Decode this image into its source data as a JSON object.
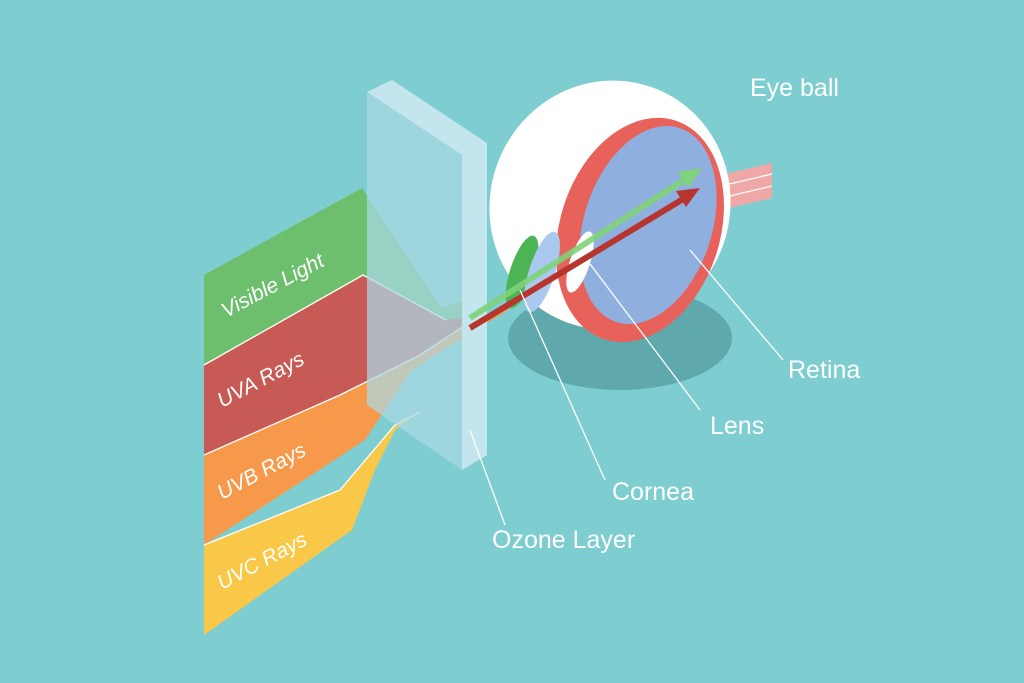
{
  "background_color": "#7ecdd0",
  "bands": [
    {
      "key": "visible",
      "label": "Visible Light",
      "color": "#6dbf6d"
    },
    {
      "key": "uva",
      "label": "UVA Rays",
      "color": "#c85a55"
    },
    {
      "key": "uvb",
      "label": "UVB Rays",
      "color": "#f7994a"
    },
    {
      "key": "uvc",
      "label": "UVC Rays",
      "color": "#f9c848"
    }
  ],
  "callouts": {
    "eyeball": "Eye ball",
    "retina": "Retina",
    "lens": "Lens",
    "cornea": "Cornea",
    "ozone": "Ozone Layer"
  },
  "colors": {
    "ozone_front": "#aadae6",
    "ozone_side": "#c3e6ee",
    "eye_white": "#ffffff",
    "eye_inner_red": "#e8625c",
    "vitreous": "#8fb0df",
    "cornea_green": "#4cb454",
    "lens_blue": "#a9c9ee",
    "optic_nerve": "#f0a7a7",
    "shadow": "#5fa9ad",
    "arrow_visible": "#7fd37a",
    "arrow_uva": "#b7352f"
  }
}
